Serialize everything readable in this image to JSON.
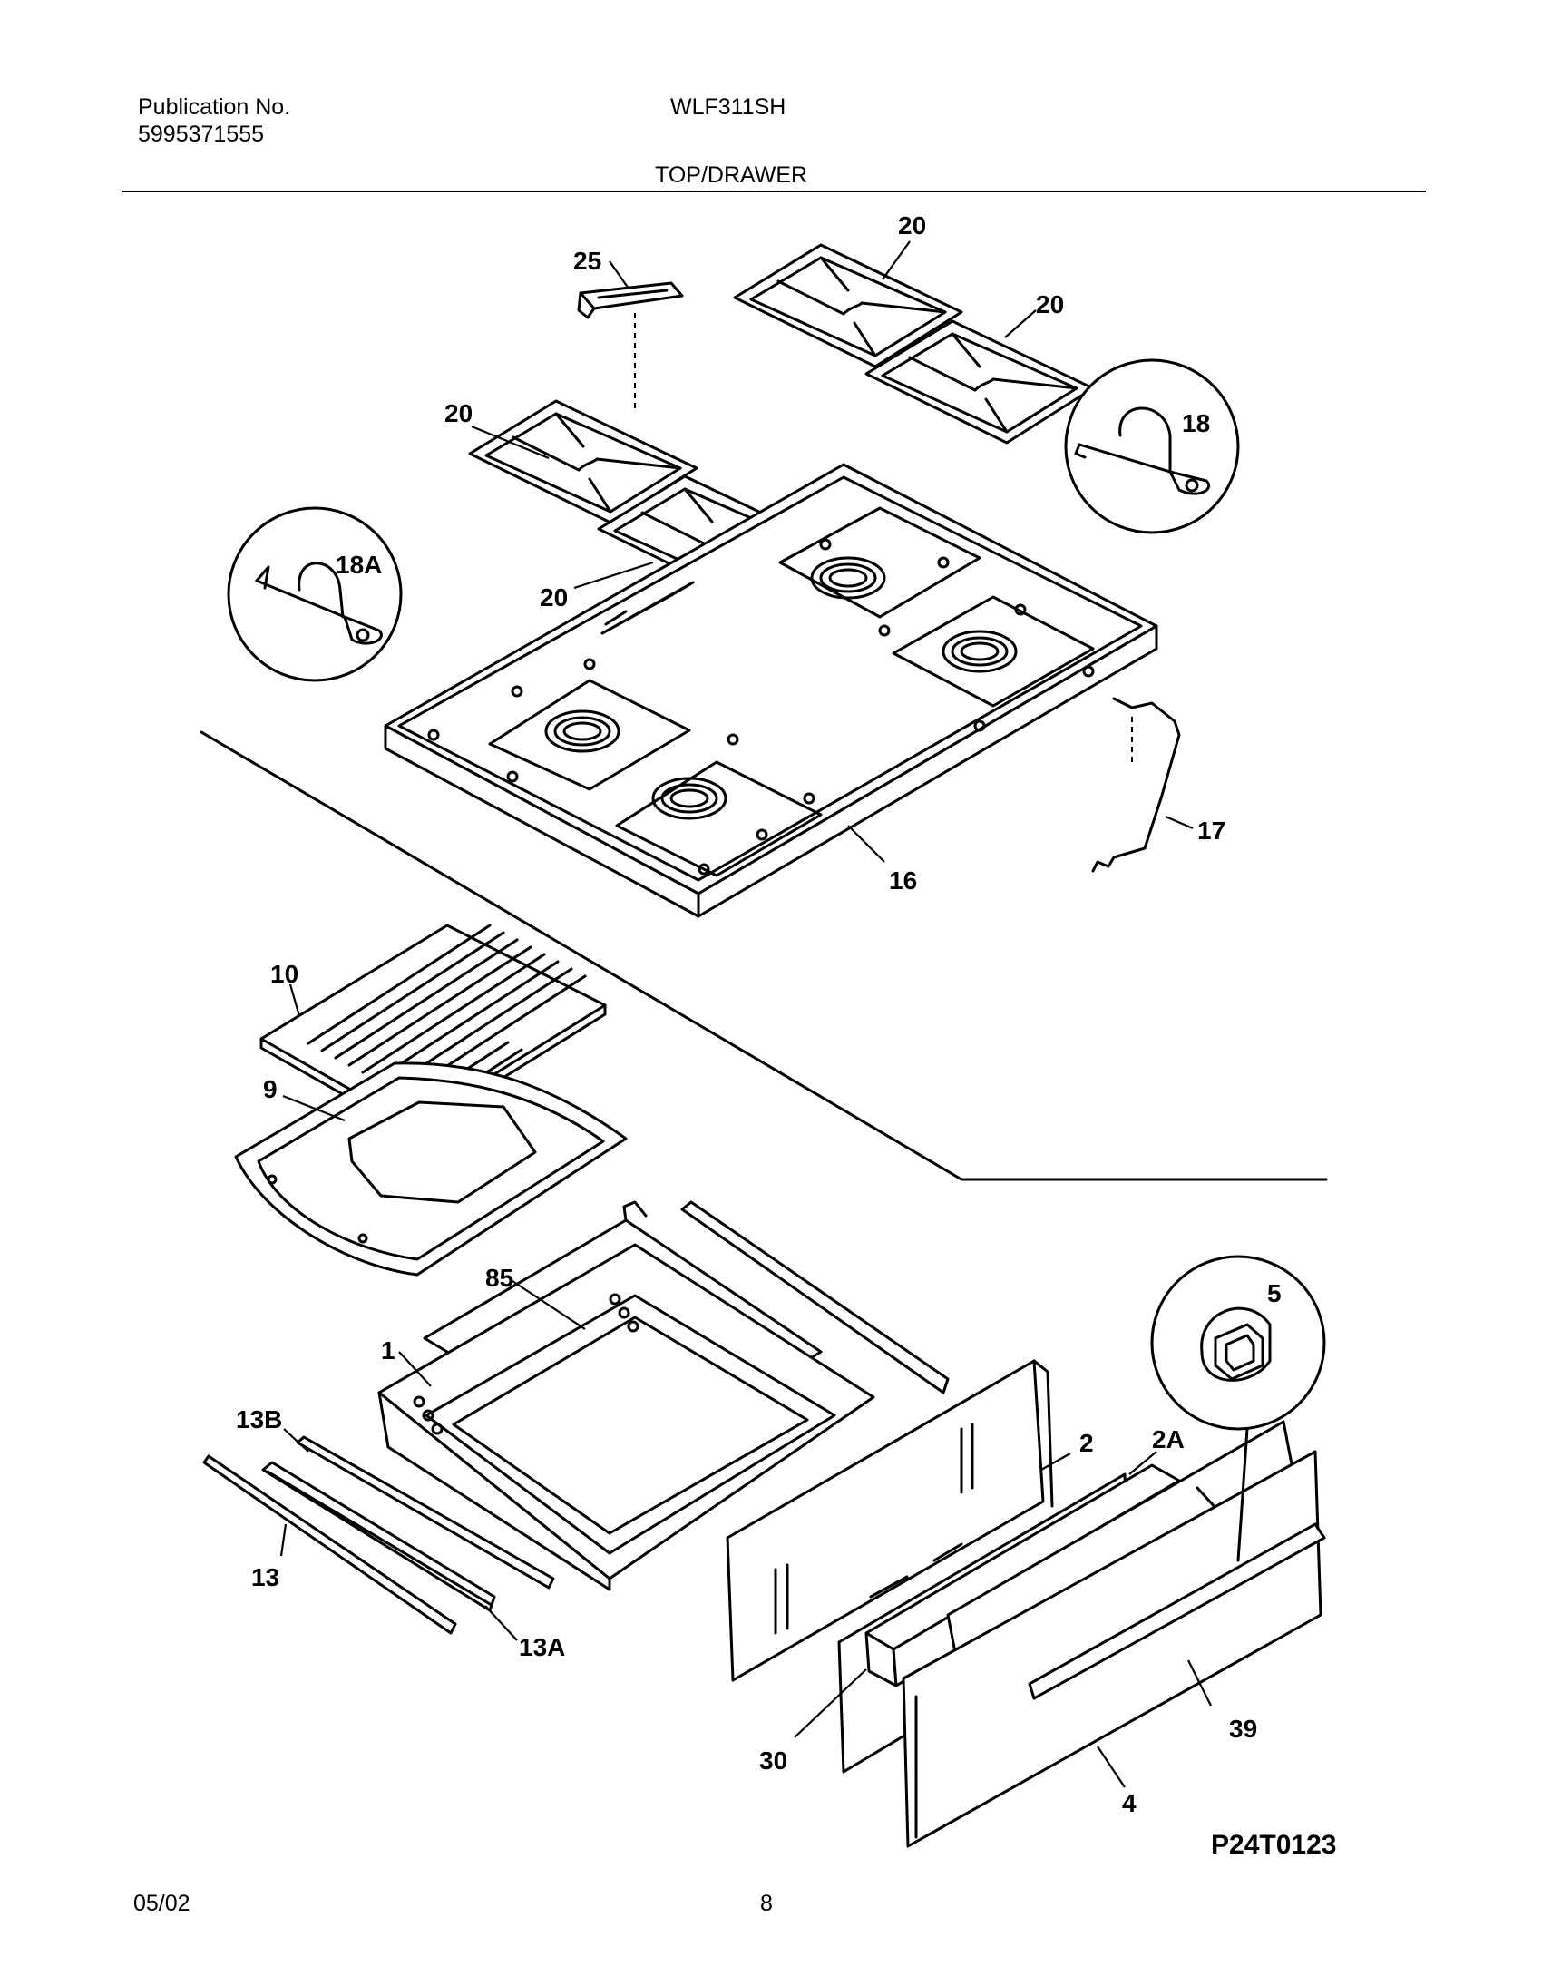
{
  "header": {
    "pub_label": "Publication No.",
    "pub_number": "5995371555",
    "model": "WLF311SH",
    "section": "TOP/DRAWER"
  },
  "footer": {
    "date": "05/02",
    "page": "8"
  },
  "diagram": {
    "code": "P24T0123",
    "callouts": [
      "25",
      "20",
      "20",
      "20",
      "20",
      "18",
      "18A",
      "16",
      "17",
      "10",
      "9",
      "85",
      "1",
      "13B",
      "13",
      "13A",
      "5",
      "2",
      "2A",
      "30",
      "39",
      "4"
    ]
  }
}
